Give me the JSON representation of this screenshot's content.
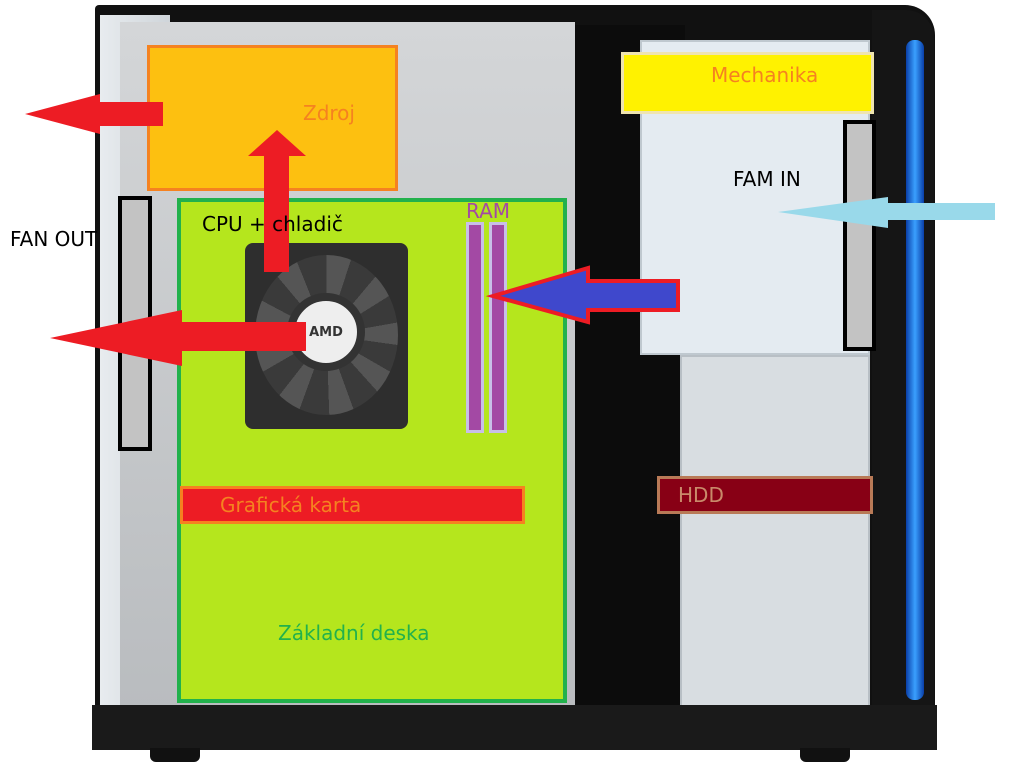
{
  "labels": {
    "psu": "Zdroj",
    "cpu": "CPU + chladič",
    "ram": "RAM",
    "gpu": "Grafická karta",
    "motherboard": "Základní deska",
    "optical": "Mechanika",
    "hdd": "HDD",
    "fan_out": "FAN OUT",
    "fan_in": "FAM IN",
    "cooler_brand": "AMD"
  },
  "colors": {
    "psu_fill": "#fdc010",
    "psu_border": "#f58220",
    "motherboard_fill": "#b5e61d",
    "motherboard_border": "#22b14c",
    "ram": "#a349a4",
    "gpu": "#ed1c24",
    "optical": "#fff200",
    "hdd": "#880015",
    "hot_arrow": "#ed1c24",
    "cold_arrow": "#99d9ea",
    "ram_arrow": "#3f48cc"
  }
}
